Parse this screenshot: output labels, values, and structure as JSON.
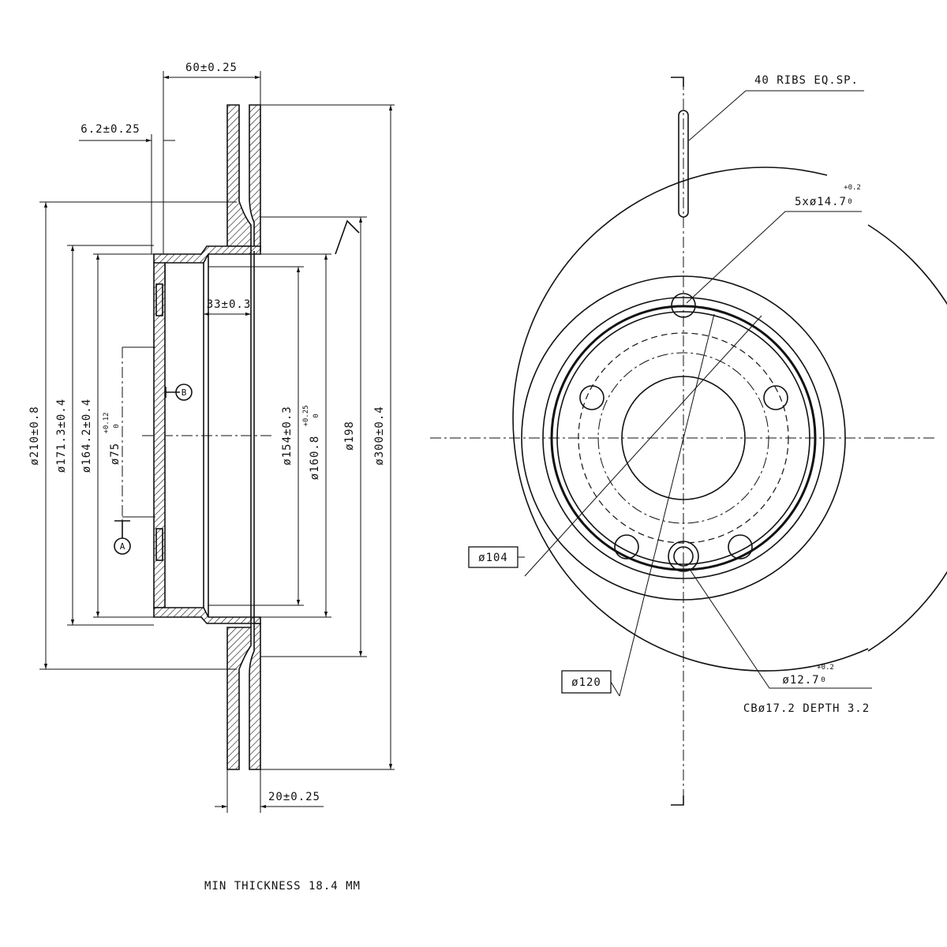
{
  "side_view": {
    "dim_overall_width": "60±0.25",
    "dim_hat_offset": "6.2±0.25",
    "dim_hub_depth": "33±0.3",
    "dim_disc_thickness": "20±0.25",
    "dia_210": "ø210±0.8",
    "dia_171": "ø171.3±0.4",
    "dia_164": "ø164.2±0.4",
    "dia_75": "ø75",
    "dia_75_tol_upper": "+0.12",
    "dia_75_tol_lower": "0",
    "dia_154": "ø154±0.3",
    "dia_160": "ø160.8",
    "dia_160_tol_upper": "+0.25",
    "dia_160_tol_lower": "0",
    "dia_198": "ø198",
    "dia_300": "ø300±0.4",
    "datum_a": "A",
    "datum_b": "B"
  },
  "front_view": {
    "ribs_note": "40 RIBS EQ.SP.",
    "bolt_holes": "5xø14.7",
    "bolt_holes_tol_upper": "+0.2",
    "bolt_holes_tol_lower": "0",
    "dia_104": "ø104",
    "dia_120": "ø120",
    "pin_hole": "ø12.7",
    "pin_hole_tol_upper": "+0.2",
    "pin_hole_tol_lower": "0",
    "counterbore": "CBø17.2 DEPTH 3.2"
  },
  "footer": {
    "min_thickness": "MIN THICKNESS 18.4 MM"
  }
}
